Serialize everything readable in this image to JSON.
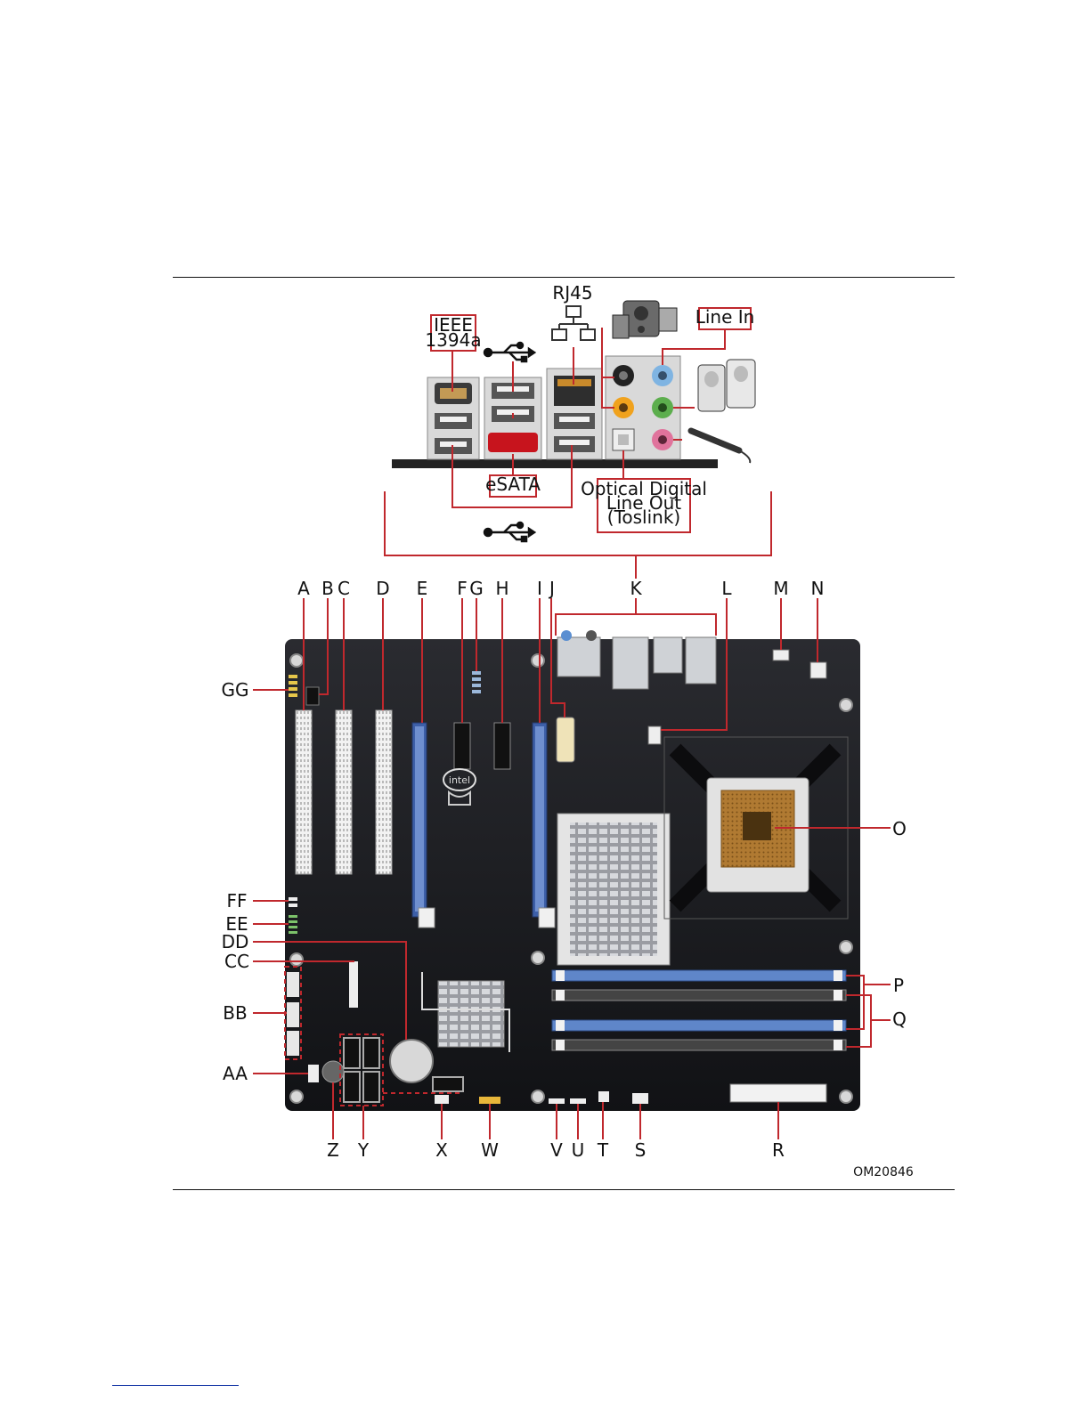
{
  "figure": {
    "id": "OM20846",
    "io_labels": {
      "rj45": "RJ45",
      "ieee1394a_line1": "IEEE",
      "ieee1394a_line2": "1394a",
      "line_in": "Line In",
      "esata": "eSATA",
      "optical_line1": "Optical Digital",
      "optical_line2": "Line Out",
      "optical_line3": "(Toslink)"
    },
    "callouts": [
      "A",
      "B",
      "C",
      "D",
      "E",
      "F",
      "G",
      "H",
      "I",
      "J",
      "K",
      "L",
      "M",
      "N",
      "O",
      "P",
      "Q",
      "R",
      "S",
      "T",
      "U",
      "V",
      "W",
      "X",
      "Y",
      "Z",
      "AA",
      "BB",
      "CC",
      "DD",
      "EE",
      "FF",
      "GG"
    ],
    "colors": {
      "accent_red": "#c0282d",
      "board": "#1c1d21",
      "pcie_blue": "#3d5fa8",
      "dimm_blue": "#5f86c9",
      "socket_gold": "#b07a32"
    }
  }
}
